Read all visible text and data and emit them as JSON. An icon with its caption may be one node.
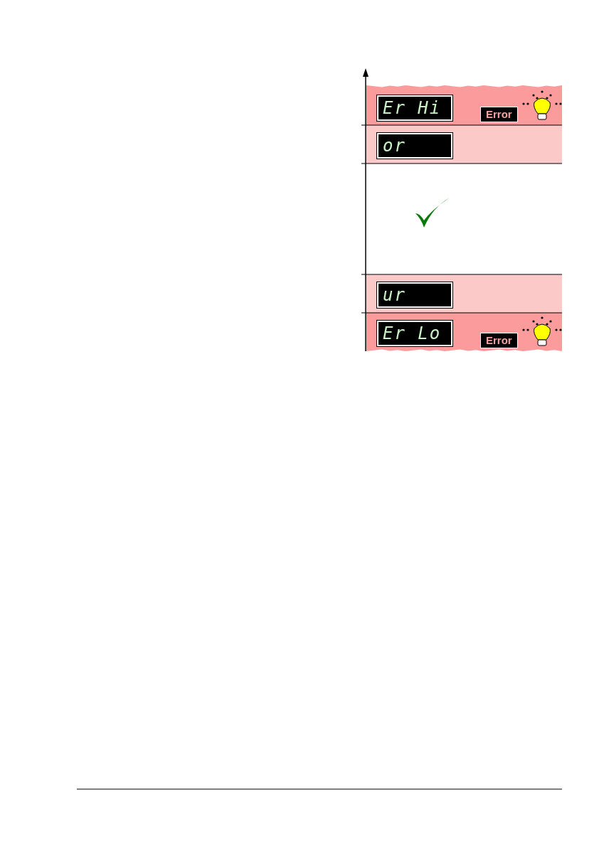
{
  "diagram": {
    "labels": [
      "Er Hi",
      "Error",
      "or",
      "ur",
      "Er Lo",
      "Error"
    ]
  }
}
